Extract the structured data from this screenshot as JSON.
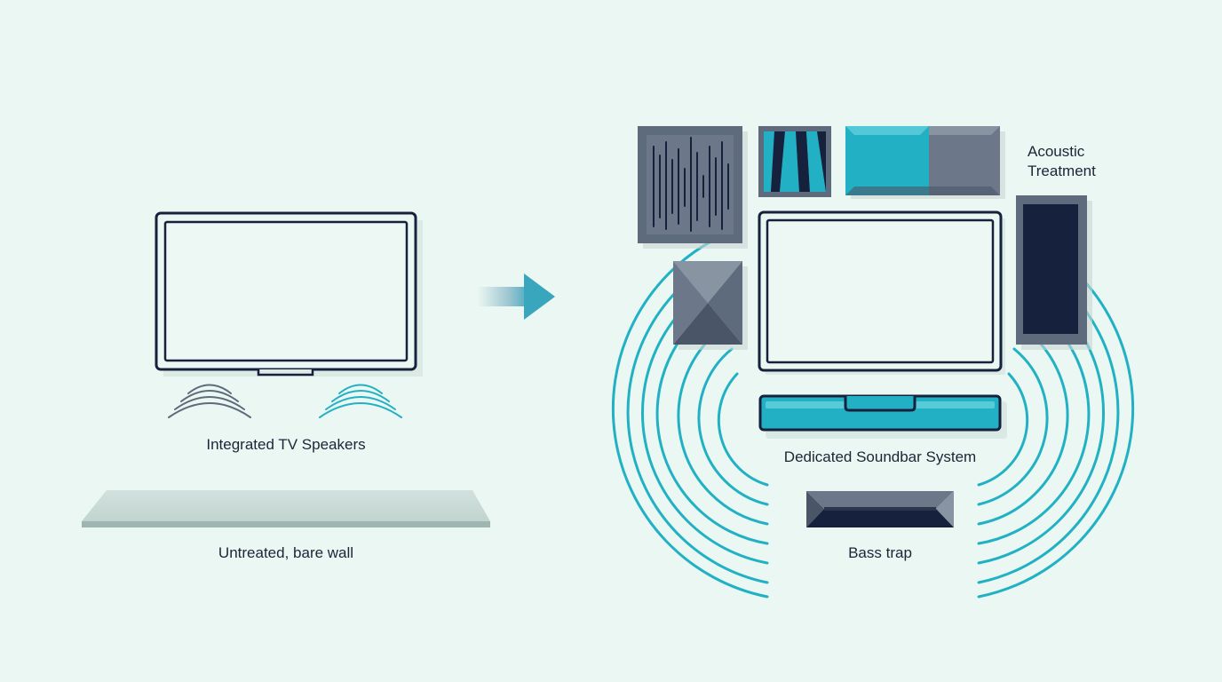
{
  "labels": {
    "integrated_speakers": "Integrated TV Speakers",
    "bare_wall": "Untreated, bare wall",
    "acoustic_treatment_line1": "Acoustic",
    "acoustic_treatment_line2": "Treatment",
    "soundbar": "Dedicated Soundbar System",
    "bass_trap": "Bass trap"
  },
  "colors": {
    "background": "#eaf7f2",
    "outline": "#16213d",
    "teal": "#22b1c4",
    "slate": "#5e6b7d",
    "navy": "#16213d",
    "wall": "#c5d6d2"
  }
}
